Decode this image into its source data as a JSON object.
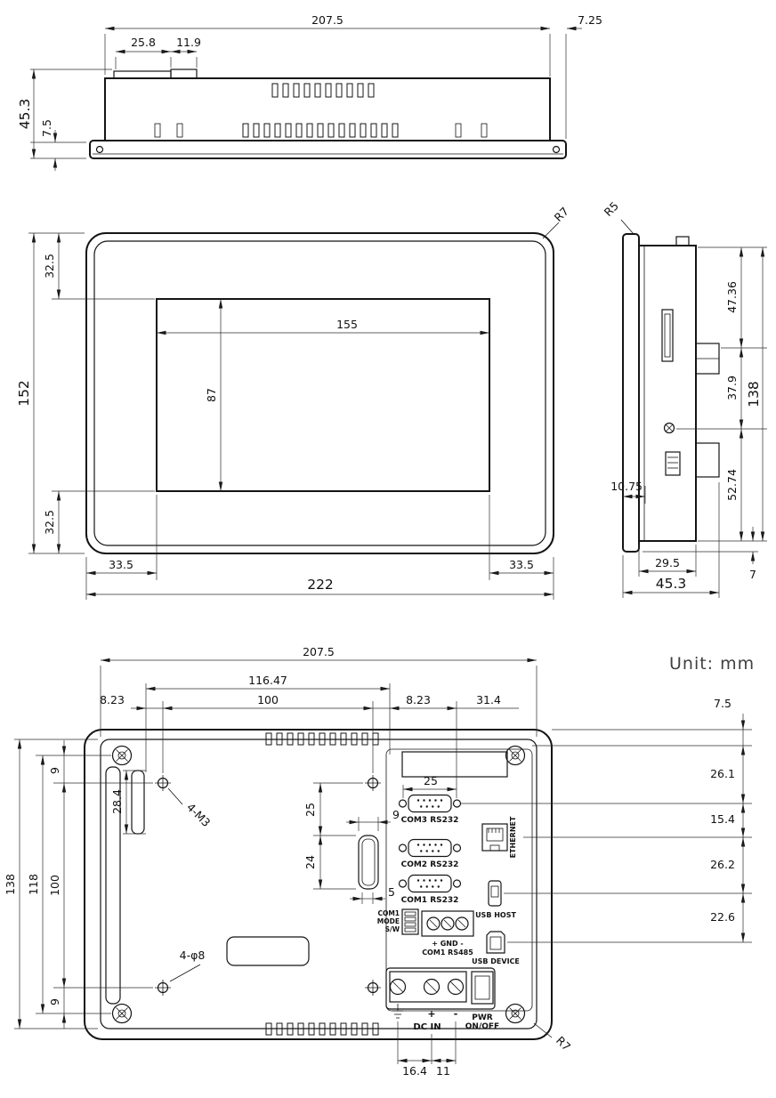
{
  "unit_label": "Unit: mm",
  "top_view": {
    "width": "207.5",
    "side_offset": "7.25",
    "step": "25.8",
    "notch": "11.9",
    "total_depth": "45.3",
    "bezel_depth": "7.5"
  },
  "front_view": {
    "top_margin": "32.5",
    "height": "152",
    "bottom_margin": "32.5",
    "display_width": "155",
    "display_height": "87",
    "left_margin": "33.5",
    "right_margin": "33.5",
    "width": "222",
    "corner_radius": "R7"
  },
  "side_view": {
    "corner_radius": "R5",
    "upper": "47.36",
    "middle": "37.9",
    "height": "138",
    "lower": "52.74",
    "inset": "10.75",
    "body_depth": "29.5",
    "total_depth": "45.3",
    "flange": "7"
  },
  "rear_view": {
    "width": "207.5",
    "screw_span": "116.47",
    "hole_span": "100",
    "offset_left": "8.23",
    "offset_right": "8.23",
    "com_offset": "31.4",
    "top_inset": "7.5",
    "com3_gap": "26.1",
    "eth_gap": "15.4",
    "usb_host_gap": "26.2",
    "usb_dev_gap": "22.6",
    "height": "138",
    "screw_span_v": "118",
    "hole_span_v": "100",
    "gap_top": "9",
    "gap_bottom": "9",
    "slot_height": "28.4",
    "mount_screws": "4-M3",
    "mount_holes": "4-φ8",
    "db9_pitch": "25",
    "slot_offset": "25",
    "center_slot_height": "24",
    "center_slot_width": "9",
    "center_slot_inner": "5",
    "dc_pitch1": "16.4",
    "dc_pitch2": "11",
    "corner_radius": "R7",
    "labels": {
      "com3": "COM3 RS232",
      "com2": "COM2 RS232",
      "com1": "COM1 RS232",
      "ethernet": "ETHERNET",
      "usb_host": "USB HOST",
      "usb_device": "USB DEVICE",
      "mode_line1": "COM1",
      "mode_line2": "MODE",
      "mode_line3": "S/W",
      "rs485_line1": "+ GND -",
      "rs485_line2": "COM1 RS485",
      "plus": "+",
      "minus": "-",
      "dc_in": "DC IN",
      "pwr_line1": "PWR",
      "pwr_line2": "ON/OFF"
    }
  }
}
